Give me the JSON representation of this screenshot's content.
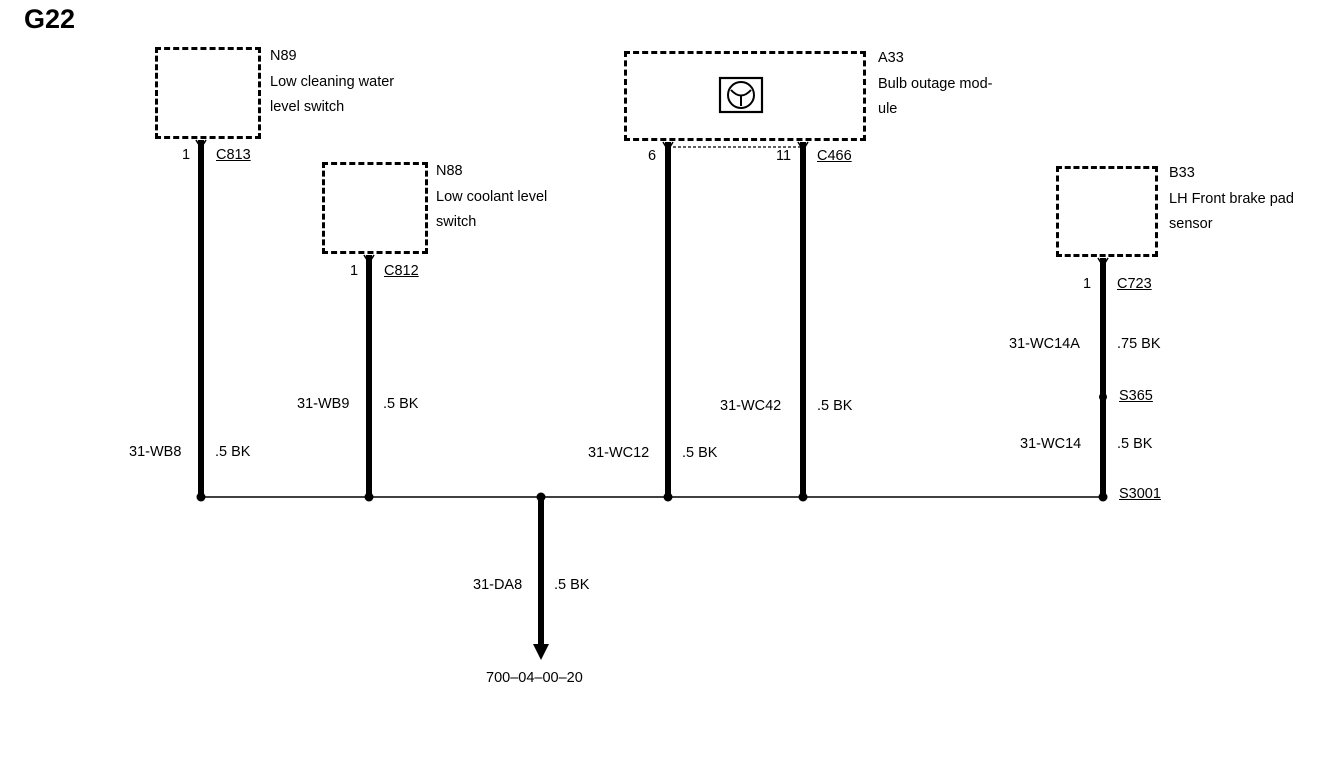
{
  "diagram_title": "G22",
  "components": [
    {
      "code": "N89",
      "lines": [
        "Low cleaning water",
        "level switch"
      ]
    },
    {
      "code": "N88",
      "lines": [
        "Low coolant level",
        "switch"
      ]
    },
    {
      "code": "A33",
      "lines": [
        "Bulb outage mod-",
        "ule"
      ]
    },
    {
      "code": "B33",
      "lines": [
        "LH Front brake pad",
        "sensor"
      ]
    }
  ],
  "pins": {
    "n89": "1",
    "n88": "1",
    "a33_left": "6",
    "a33_right": "11",
    "b33": "1"
  },
  "connectors": {
    "n89": "C813",
    "n88": "C812",
    "a33": "C466",
    "b33": "C723"
  },
  "wires": [
    {
      "id": "31-WB8",
      "spec": ".5 BK"
    },
    {
      "id": "31-WB9",
      "spec": ".5 BK"
    },
    {
      "id": "31-WC12",
      "spec": ".5 BK"
    },
    {
      "id": "31-WC42",
      "spec": ".5 BK"
    },
    {
      "id": "31-WC14A",
      "spec": ".75 BK"
    },
    {
      "id": "31-WC14",
      "spec": ".5 BK"
    },
    {
      "id": "31-DA8",
      "spec": ".5 BK"
    }
  ],
  "splices": {
    "upper": "S365",
    "ground": "S3001"
  },
  "ground_reference": "700–04–00–20",
  "module_icon": "bulb-outage-icon"
}
